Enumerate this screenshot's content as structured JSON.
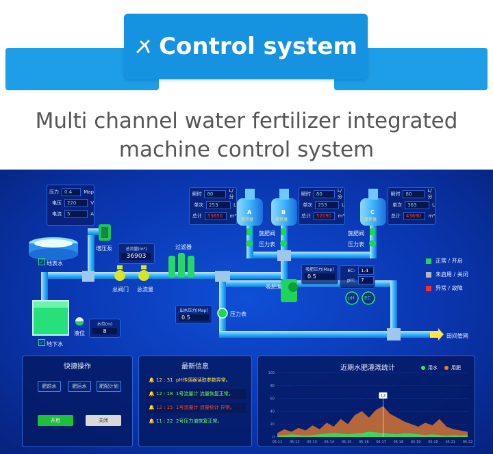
{
  "header": {
    "title": "Control system",
    "icon": "wrench-icon"
  },
  "subtitle": {
    "line1": "Multi channel water fertilizer integrated",
    "line2": "machine control system"
  },
  "pump_panel": {
    "rows": [
      {
        "label": "压力",
        "value": "0.4",
        "unit": "Map"
      },
      {
        "label": "电压",
        "value": "220",
        "unit": "V"
      },
      {
        "label": "电流",
        "value": "5",
        "unit": "A"
      }
    ]
  },
  "tanks": [
    {
      "name": "A",
      "tag": "搅拌器",
      "rows": [
        {
          "label": "瞬时",
          "value": "80",
          "unit": "L/分"
        },
        {
          "label": "单次",
          "value": "253",
          "unit": "L"
        },
        {
          "label": "总计",
          "value": "53650",
          "unit": "m³"
        }
      ]
    },
    {
      "name": "B",
      "tag": "搅拌器",
      "rows": [
        {
          "label": "瞬时",
          "value": "80",
          "unit": "L/分"
        },
        {
          "label": "单次",
          "value": "253",
          "unit": "L"
        },
        {
          "label": "总计",
          "value": "52090",
          "unit": "m³"
        }
      ]
    },
    {
      "name": "C",
      "tag": "搅拌器",
      "rows": [
        {
          "label": "瞬时",
          "value": "80",
          "unit": "L/分"
        },
        {
          "label": "单次",
          "value": "363",
          "unit": "L"
        },
        {
          "label": "总计",
          "value": "43690",
          "unit": "m³"
        }
      ]
    }
  ],
  "labels": {
    "surface_water": "地表水",
    "booster_pump": "增压泵",
    "filter": "过滤器",
    "main_valve": "总阀门",
    "total_flow": "总流量",
    "fert_valve_left": "施肥阀",
    "pressure_gauge_left": "压力表",
    "fert_valve_right": "施肥阀",
    "pressure_gauge_right": "压力表",
    "suction_pump": "吸肥泵",
    "pressure_gauge_mid": "压力表",
    "groundwater": "地下水",
    "level": "液位",
    "field_network": "田间管网",
    "ph": "pH",
    "ec": "EC"
  },
  "readouts": {
    "total_flow_label": "总流量(m³)",
    "total_flow_value": "36903",
    "level_label": "水位(m)",
    "level_value": "8",
    "outlet_pressure_label": "出水压力(Map)",
    "outlet_pressure_value": "0.5",
    "suction_pressure_label": "吸肥压力(Map)",
    "suction_pressure_value": "0.5",
    "ec_label": "EC:",
    "ec_value": "1.4",
    "ph_label": "pH:",
    "ph_value": "7"
  },
  "status_legend": [
    {
      "label": "正常 / 开启",
      "color": "#1fd65a"
    },
    {
      "label": "未启用 / 关闭",
      "color": "#b8b8b8"
    },
    {
      "label": "异常 / 故障",
      "color": "#ff2a2a"
    }
  ],
  "quick_ops": {
    "title": "快捷操作",
    "buttons": [
      "肥前水",
      "肥后水",
      "肥配计划"
    ],
    "start_label": "开启",
    "stop_label": "关闭"
  },
  "news": {
    "title": "最新信息",
    "items": [
      {
        "time": "12 : 31",
        "text": "pH传感器读取参数异常。",
        "color": "#ffe34d"
      },
      {
        "time": "12 : 18",
        "text": "1号流量计 流量恢复正常。",
        "color": "#6cff6c"
      },
      {
        "time": "12 : 15",
        "text": "1号流量计 流量统计 异常。",
        "color": "#ff4040"
      },
      {
        "time": "11 : 22",
        "text": "2号压力值恢复正常。",
        "color": "#6cff6c"
      }
    ]
  },
  "chart_data": {
    "type": "area",
    "title": "近期水肥灌溉统计",
    "series": [
      {
        "name": "用水",
        "color": "#2ee86a",
        "values": [
          2,
          3,
          4,
          3,
          2,
          3,
          4,
          5,
          6,
          5,
          4,
          5,
          6,
          8,
          7,
          6,
          5,
          4,
          6,
          5,
          4,
          3,
          4,
          3,
          2,
          3,
          2,
          3
        ]
      },
      {
        "name": "用肥",
        "color": "#f07f2a",
        "values": [
          6,
          12,
          8,
          14,
          10,
          18,
          12,
          22,
          16,
          28,
          20,
          34,
          40,
          30,
          42,
          48,
          36,
          30,
          24,
          20,
          16,
          22,
          18,
          28,
          16,
          12,
          10,
          8
        ]
      }
    ],
    "ylim": [
      0,
      100
    ],
    "yticks": [
      "0",
      "20",
      "40",
      "60",
      "80",
      "100"
    ],
    "xticks": [
      "05-11",
      "05-12",
      "05-13",
      "05-14",
      "05-15",
      "05-16",
      "05-17",
      "05-18",
      "05-19",
      "05-20",
      "05-21",
      "05-22"
    ],
    "annotation": {
      "label": "12",
      "index": 15
    }
  },
  "colors": {
    "accent": "#1592e0",
    "pipe": "#38b6ff",
    "ok": "#1fd65a",
    "alarm": "#ff2a2a"
  }
}
